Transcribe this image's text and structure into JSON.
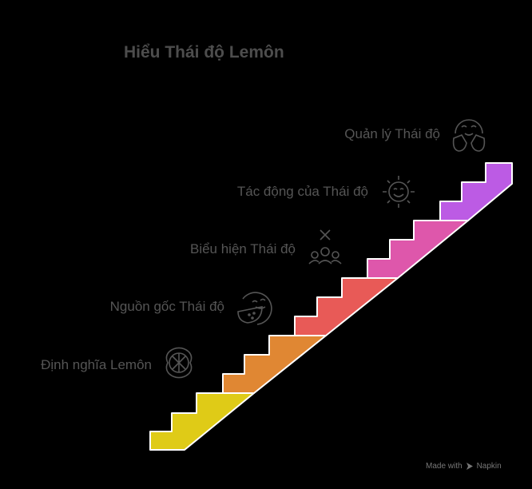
{
  "title": "Hiểu Thái độ Lemôn",
  "steps": [
    {
      "label": "Định nghĩa Lemôn",
      "icon": "lemon-slice-icon",
      "color": "#DFCB17"
    },
    {
      "label": "Nguồn gốc Thái độ",
      "icon": "watermelon-face-icon",
      "color": "#E08733"
    },
    {
      "label": "Biểu hiện Thái độ",
      "icon": "people-group-icon",
      "color": "#E85A57"
    },
    {
      "label": "Tác động của Thái độ",
      "icon": "smiling-sun-icon",
      "color": "#DE57AB"
    },
    {
      "label": "Quản lý Thái độ",
      "icon": "hugging-face-icon",
      "color": "#BC5BE4"
    }
  ],
  "footer": {
    "made_with": "Made with",
    "brand": "Napkin"
  }
}
